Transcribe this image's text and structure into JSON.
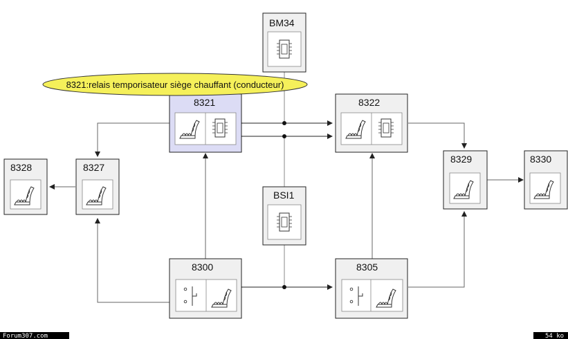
{
  "callout": "8321:relais temporisateur siège chauffant (conducteur)",
  "components": {
    "bm34": "BM34",
    "c8321": "8321",
    "c8322": "8322",
    "c8328": "8328",
    "c8327": "8327",
    "c8329": "8329",
    "c8330": "8330",
    "bsi1": "BSI1",
    "c8300": "8300",
    "c8305": "8305"
  },
  "footer": {
    "left": "Forum307.com",
    "right": "54 ko"
  },
  "colors": {
    "box_fill": "#f0f0f0",
    "highlight_fill": "#dcdcf5",
    "callout_fill": "#f5f05a",
    "line": "#888888"
  }
}
